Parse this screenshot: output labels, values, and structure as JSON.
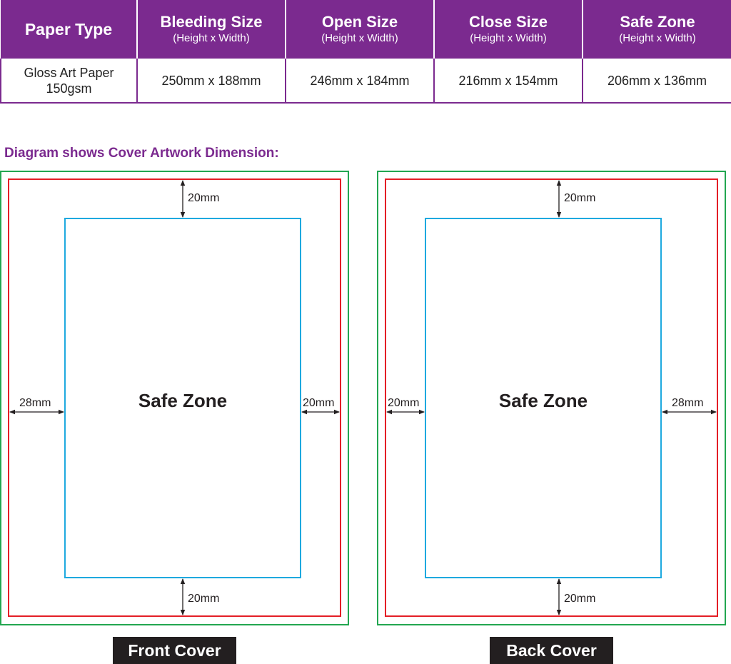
{
  "spec_table": {
    "headers": [
      {
        "title": "Paper Type",
        "subtitle": ""
      },
      {
        "title": "Bleeding Size",
        "subtitle": "(Height x Width)"
      },
      {
        "title": "Open Size",
        "subtitle": "(Height x Width)"
      },
      {
        "title": "Close Size",
        "subtitle": "(Height x Width)"
      },
      {
        "title": "Safe Zone",
        "subtitle": "(Height x Width)"
      }
    ],
    "row": {
      "paper_type_line1": "Gloss Art Paper",
      "paper_type_line2": "150gsm",
      "bleeding_size": "250mm x 188mm",
      "open_size": "246mm x 184mm",
      "close_size": "216mm x 154mm",
      "safe_zone": "206mm x 136mm"
    },
    "header_color": "#7b2a8f"
  },
  "diagram": {
    "title": "Diagram shows Cover Artwork Dimension:",
    "colors": {
      "bleed_line": "#22a650",
      "trim_line": "#e31e26",
      "safe_line": "#1ea9df",
      "arrow": "#231f20"
    },
    "front": {
      "safe_label": "Safe Zone",
      "top_margin": "20mm",
      "bottom_margin": "20mm",
      "left_margin": "28mm",
      "right_margin": "20mm",
      "caption": "Front Cover"
    },
    "back": {
      "safe_label": "Safe Zone",
      "top_margin": "20mm",
      "bottom_margin": "20mm",
      "left_margin": "20mm",
      "right_margin": "28mm",
      "caption": "Back Cover"
    }
  }
}
